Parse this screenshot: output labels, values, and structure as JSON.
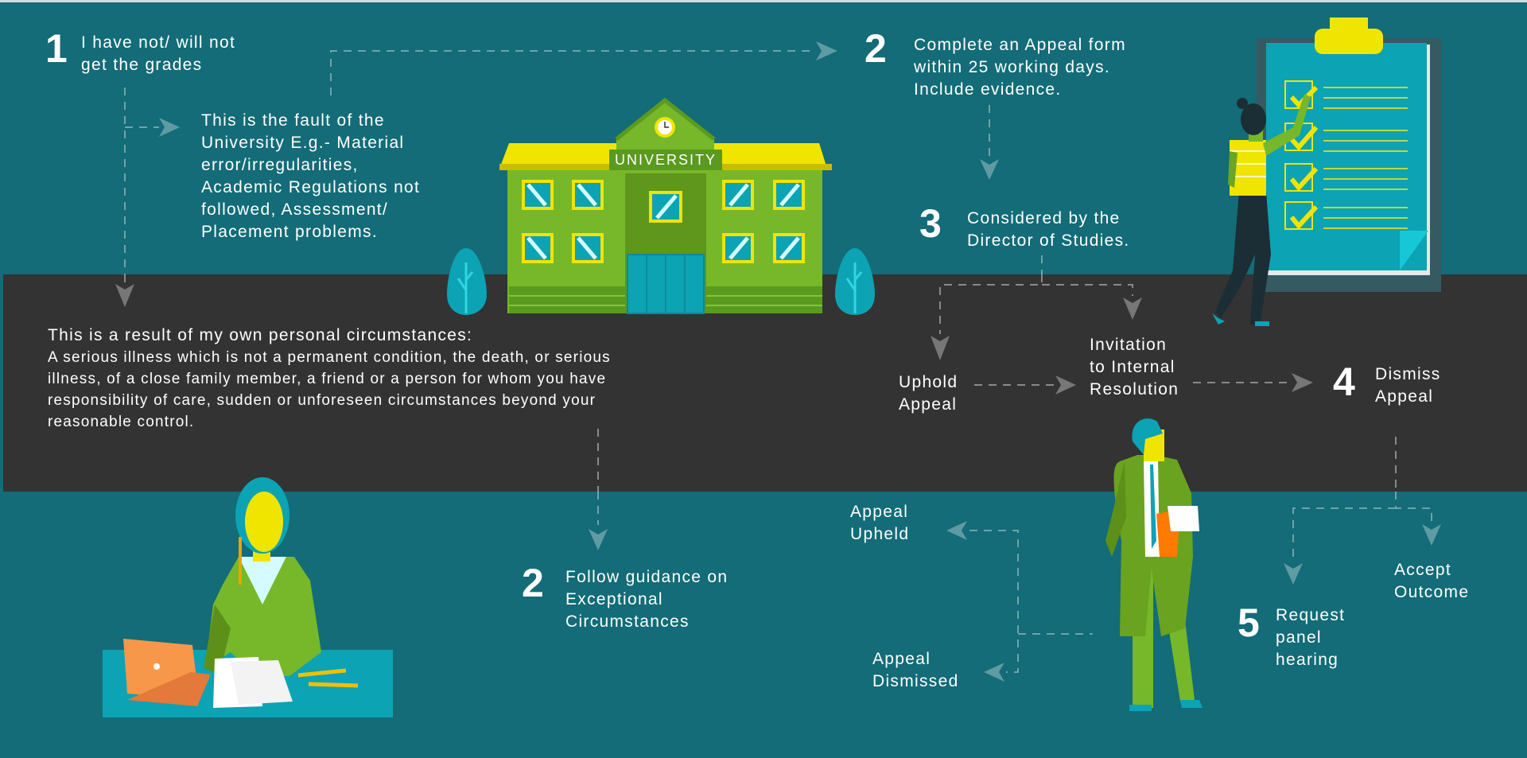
{
  "step1": {
    "number": "1",
    "lines": [
      "I have not/ will not",
      "get the grades"
    ]
  },
  "fault": {
    "lines": [
      "This is the fault of the",
      "University E.g.- Material",
      "error/irregularities,",
      "Academic Regulations not",
      "followed, Assessment/",
      "Placement problems."
    ]
  },
  "building": {
    "sign": "UNIVERSITY"
  },
  "personal": {
    "heading": "This is a result of my own personal circumstances:",
    "lines": [
      "A serious illness which is not a permanent condition, the death, or serious",
      "illness, of a close family member, a friend or a person for whom you have",
      "responsibility of care, sudden or unforeseen circumstances beyond your",
      "reasonable control."
    ]
  },
  "step2": {
    "number": "2",
    "lines": [
      "Complete an Appeal form",
      "within 25 working days.",
      "Include evidence."
    ]
  },
  "step3": {
    "number": "3",
    "lines": [
      "Considered by the",
      "Director of Studies."
    ]
  },
  "uphold": {
    "lines": [
      "Uphold",
      "Appeal"
    ]
  },
  "invitation": {
    "lines": [
      "Invitation",
      "to Internal",
      "Resolution"
    ]
  },
  "step4": {
    "number": "4",
    "lines": [
      "Dismiss",
      "Appeal"
    ]
  },
  "upheld": {
    "lines": [
      "Appeal",
      "Upheld"
    ]
  },
  "dismissed": {
    "lines": [
      "Appeal",
      "Dismissed"
    ]
  },
  "accept": {
    "lines": [
      "Accept",
      "Outcome"
    ]
  },
  "step5": {
    "number": "5",
    "lines": [
      "Request",
      "panel",
      "hearing"
    ]
  },
  "exceptional": {
    "number": "2",
    "lines": [
      "Follow guidance on",
      "Exceptional",
      "Circumstances"
    ]
  },
  "colors": {
    "teal": "#136c77",
    "dark": "#333333",
    "green": "#76b82a",
    "yellow": "#f0e500",
    "cyan": "#0ca3b4"
  }
}
